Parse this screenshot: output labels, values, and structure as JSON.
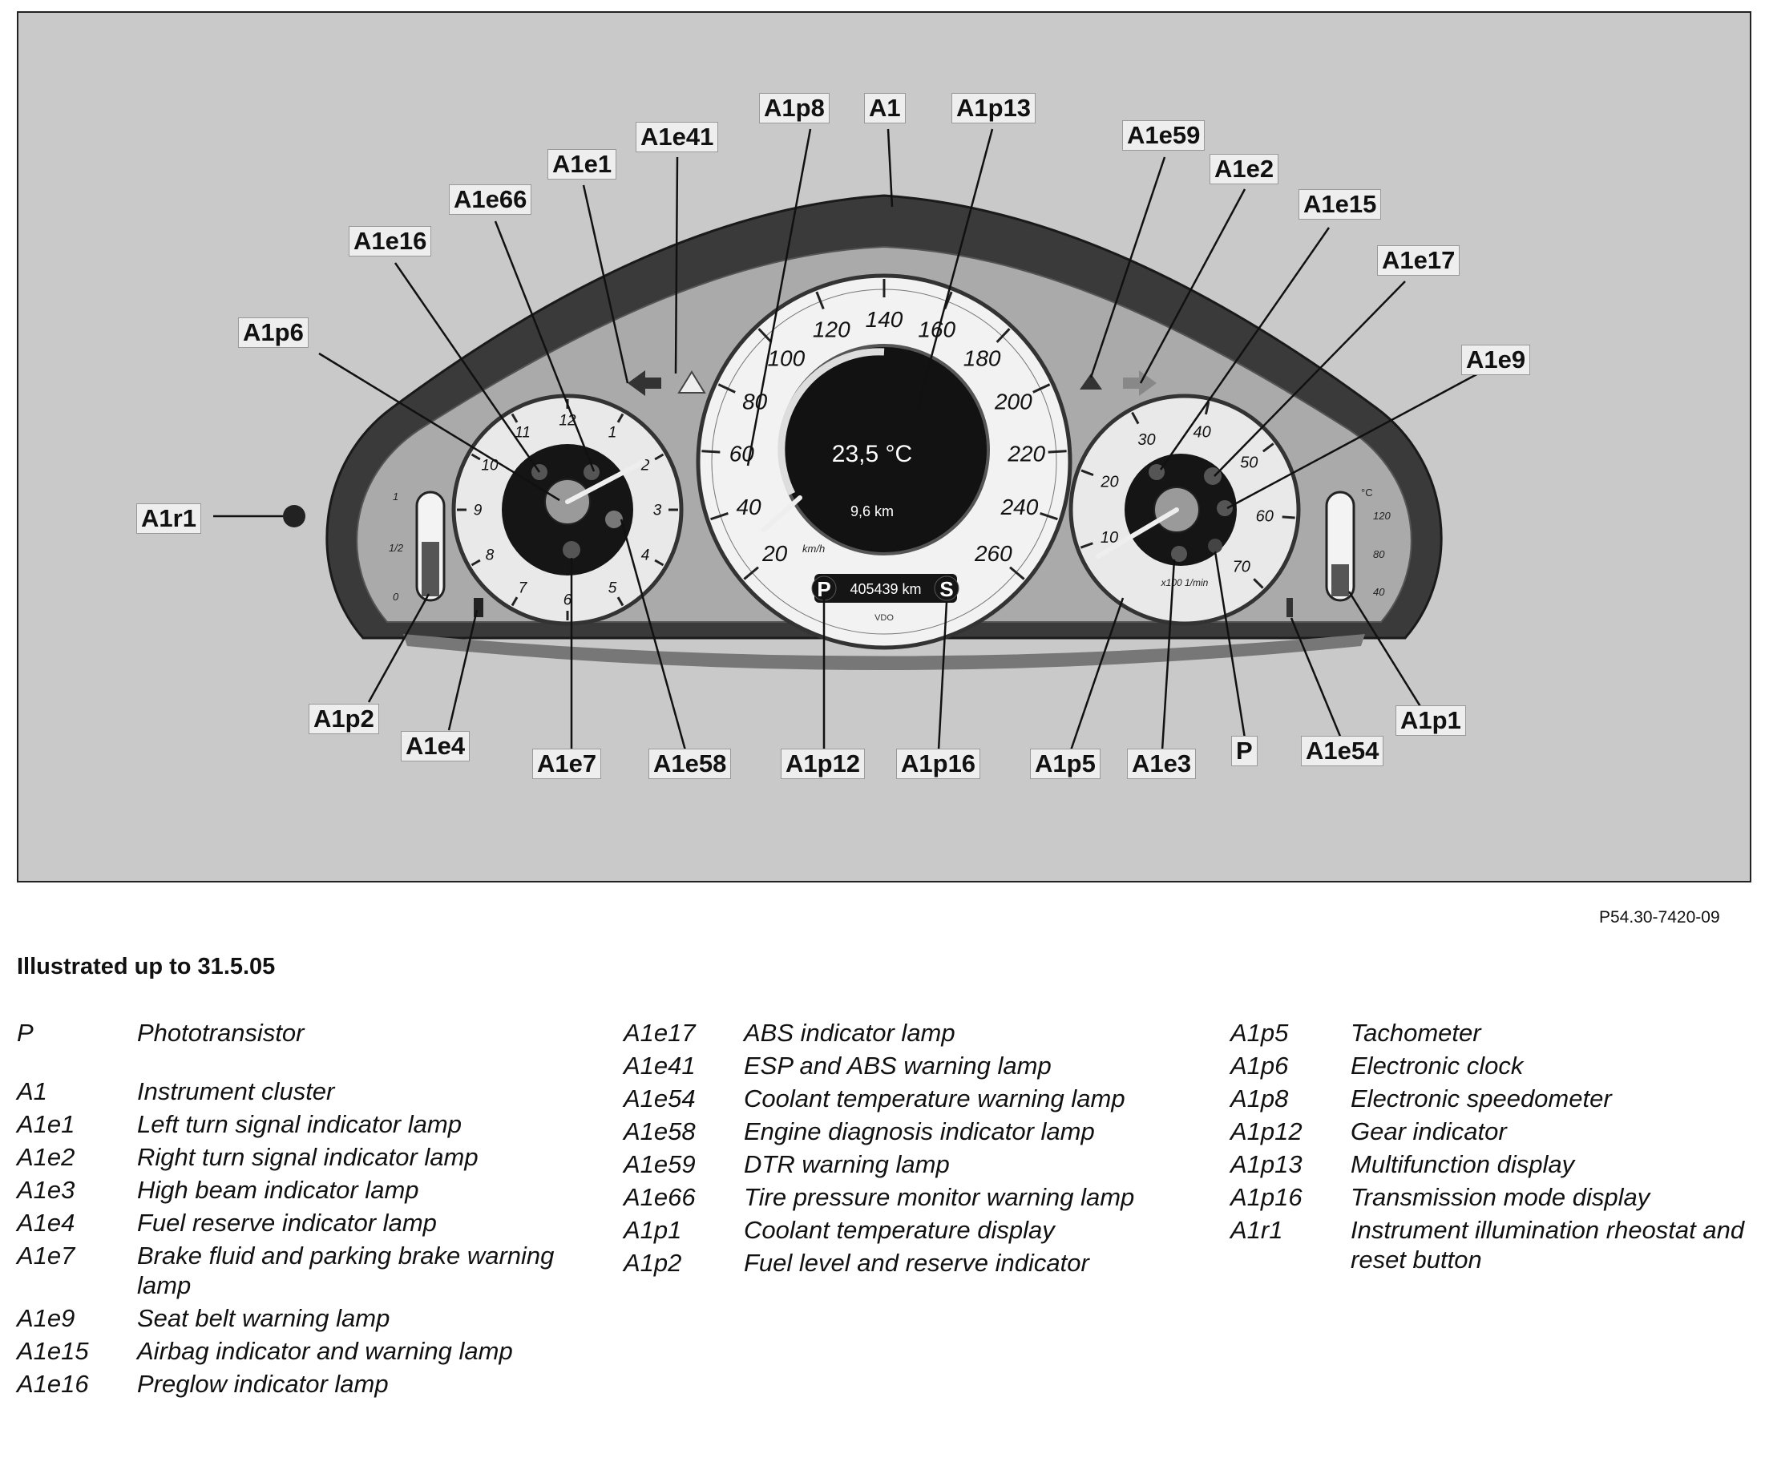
{
  "callouts": {
    "a1p8": "A1p8",
    "a1": "A1",
    "a1p13": "A1p13",
    "a1e41": "A1e41",
    "a1e1": "A1e1",
    "a1e66": "A1e66",
    "a1e16": "A1e16",
    "a1p6": "A1p6",
    "a1r1": "A1r1",
    "a1e59": "A1e59",
    "a1e2": "A1e2",
    "a1e15": "A1e15",
    "a1e17": "A1e17",
    "a1e9": "A1e9",
    "a1p2": "A1p2",
    "a1e4": "A1e4",
    "a1e7": "A1e7",
    "a1e58": "A1e58",
    "a1p12": "A1p12",
    "a1p16": "A1p16",
    "a1p5": "A1p5",
    "a1e3": "A1e3",
    "p": "P",
    "a1e54": "A1e54",
    "a1p1": "A1p1"
  },
  "gauges": {
    "speedometer": {
      "ticks": [
        "20",
        "40",
        "60",
        "80",
        "100",
        "120",
        "140",
        "160",
        "180",
        "200",
        "220",
        "240",
        "260"
      ],
      "unit": "km/h",
      "temperature": "23,5 °C",
      "trip": "9,6 km",
      "odometer": "405439 km",
      "gear": "P",
      "mode": "S",
      "brand": "VDO"
    },
    "clock": {
      "ticks": [
        "12",
        "1",
        "2",
        "3",
        "4",
        "5",
        "6",
        "7",
        "8",
        "9",
        "10",
        "11"
      ]
    },
    "tachometer": {
      "ticks": [
        "10",
        "20",
        "30",
        "40",
        "50",
        "60",
        "70"
      ],
      "unit": "x100 1/min"
    },
    "fuel": {
      "ticks": [
        "1",
        "1/2",
        "0"
      ]
    },
    "coolant": {
      "unit": "°C",
      "ticks": [
        "120",
        "80",
        "40"
      ]
    }
  },
  "figure_code": "P54.30-7420-09",
  "caption": "Illustrated up to 31.5.05",
  "legend": {
    "col1": [
      {
        "code": "P",
        "desc": "Phototransistor"
      },
      {
        "code": "A1",
        "desc": "Instrument cluster"
      },
      {
        "code": "A1e1",
        "desc": "Left turn signal indicator lamp"
      },
      {
        "code": "A1e2",
        "desc": "Right turn signal indicator lamp"
      },
      {
        "code": "A1e3",
        "desc": "High beam indicator lamp"
      },
      {
        "code": "A1e4",
        "desc": "Fuel reserve indicator lamp"
      },
      {
        "code": "A1e7",
        "desc": "Brake fluid and parking brake warning lamp"
      },
      {
        "code": "A1e9",
        "desc": "Seat belt warning lamp"
      },
      {
        "code": "A1e15",
        "desc": "Airbag indicator and warning lamp"
      },
      {
        "code": "A1e16",
        "desc": "Preglow indicator lamp"
      }
    ],
    "col2": [
      {
        "code": "A1e17",
        "desc": "ABS indicator lamp"
      },
      {
        "code": "A1e41",
        "desc": "ESP and ABS warning lamp"
      },
      {
        "code": "A1e54",
        "desc": "Coolant temperature warning lamp"
      },
      {
        "code": "A1e58",
        "desc": "Engine diagnosis indicator lamp"
      },
      {
        "code": "A1e59",
        "desc": "DTR warning lamp"
      },
      {
        "code": "A1e66",
        "desc": "Tire pressure monitor warning lamp"
      },
      {
        "code": "A1p1",
        "desc": "Coolant temperature display"
      },
      {
        "code": "A1p2",
        "desc": "Fuel level and reserve indicator"
      }
    ],
    "col3": [
      {
        "code": "A1p5",
        "desc": "Tachometer"
      },
      {
        "code": "A1p6",
        "desc": "Electronic clock"
      },
      {
        "code": "A1p8",
        "desc": "Electronic speedometer"
      },
      {
        "code": "A1p12",
        "desc": "Gear indicator"
      },
      {
        "code": "A1p13",
        "desc": "Multifunction display"
      },
      {
        "code": "A1p16",
        "desc": "Transmission mode display"
      },
      {
        "code": "A1r1",
        "desc": "Instrument illumination rheostat and reset button"
      }
    ]
  }
}
